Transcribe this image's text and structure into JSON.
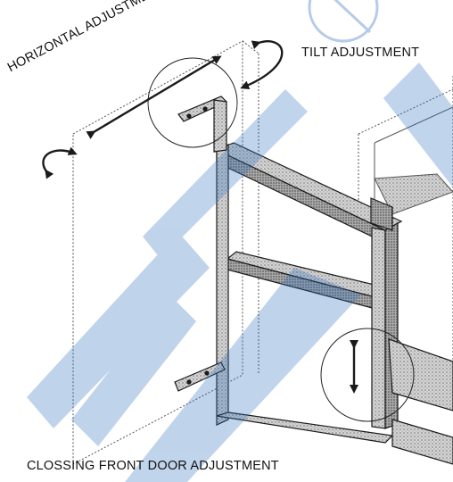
{
  "labels": {
    "horizontal_adjustment": "HORIZONTAL ADJUSTMENT",
    "tilt_adjustment": "TILT ADJUSTMENT",
    "closing_front_door_adjustment": "CLOSSING FRONT DOOR ADJUSTMENT"
  },
  "colors": {
    "line": "#1a1a1a",
    "shade": "#bdbdbd",
    "watermark": "#2f6fc0",
    "background": "#ffffff"
  },
  "icons": [
    "curved-double-arrow-icon",
    "straight-double-arrow-icon",
    "vertical-double-arrow-icon",
    "watermark-logo"
  ]
}
